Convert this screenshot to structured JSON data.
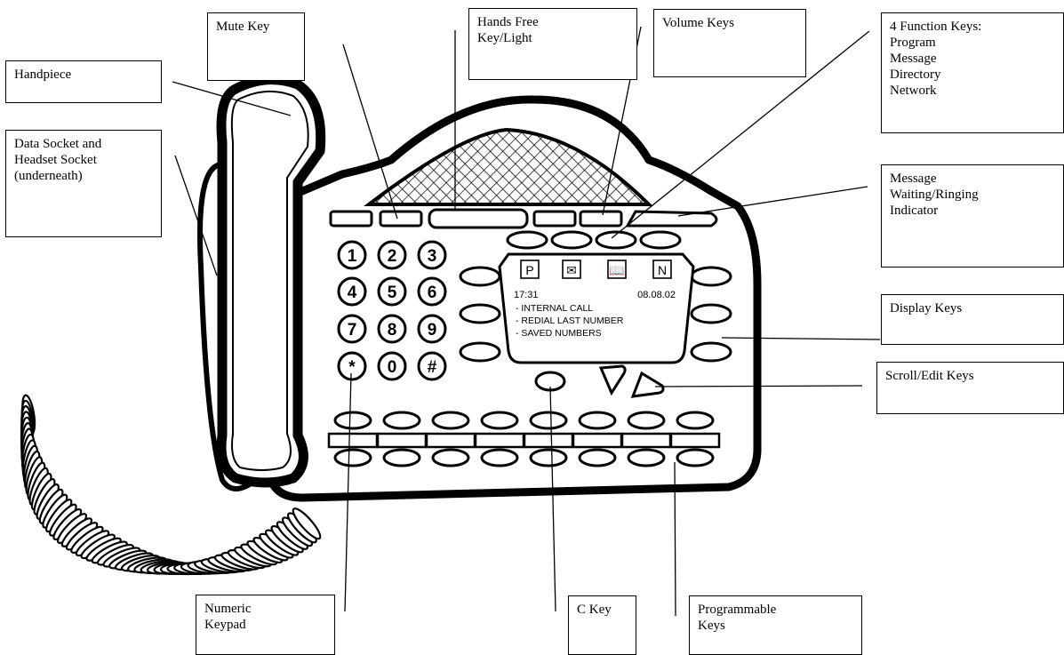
{
  "callouts": {
    "mute": [
      "Mute Key"
    ],
    "hands_free": [
      "Hands Free",
      "Key/Light"
    ],
    "volume": [
      "Volume Keys"
    ],
    "function_keys": [
      "4 Function Keys:",
      "Program",
      "Message",
      "Directory",
      "Network"
    ],
    "handpiece": [
      "Handpiece"
    ],
    "data_socket": [
      "Data Socket and",
      "Headset Socket",
      "(underneath)"
    ],
    "message_waiting": [
      "Message",
      "Waiting/Ringing",
      "Indicator"
    ],
    "display_keys": [
      "Display Keys"
    ],
    "scroll_edit": [
      "Scroll/Edit Keys"
    ],
    "numeric_keypad": [
      "Numeric",
      "Keypad"
    ],
    "c_key": [
      "C Key"
    ],
    "programmable": [
      "Programmable",
      "Keys"
    ]
  },
  "keypad": [
    "1",
    "2",
    "3",
    "4",
    "5",
    "6",
    "7",
    "8",
    "9",
    "*",
    "0",
    "#"
  ],
  "screen": {
    "time": "17:31",
    "date": "08.08.02",
    "lines": [
      "- INTERNAL CALL",
      "- REDIAL LAST NUMBER",
      "- SAVED NUMBERS"
    ]
  },
  "function_icons": [
    "P",
    "✉",
    "📖",
    "N"
  ]
}
